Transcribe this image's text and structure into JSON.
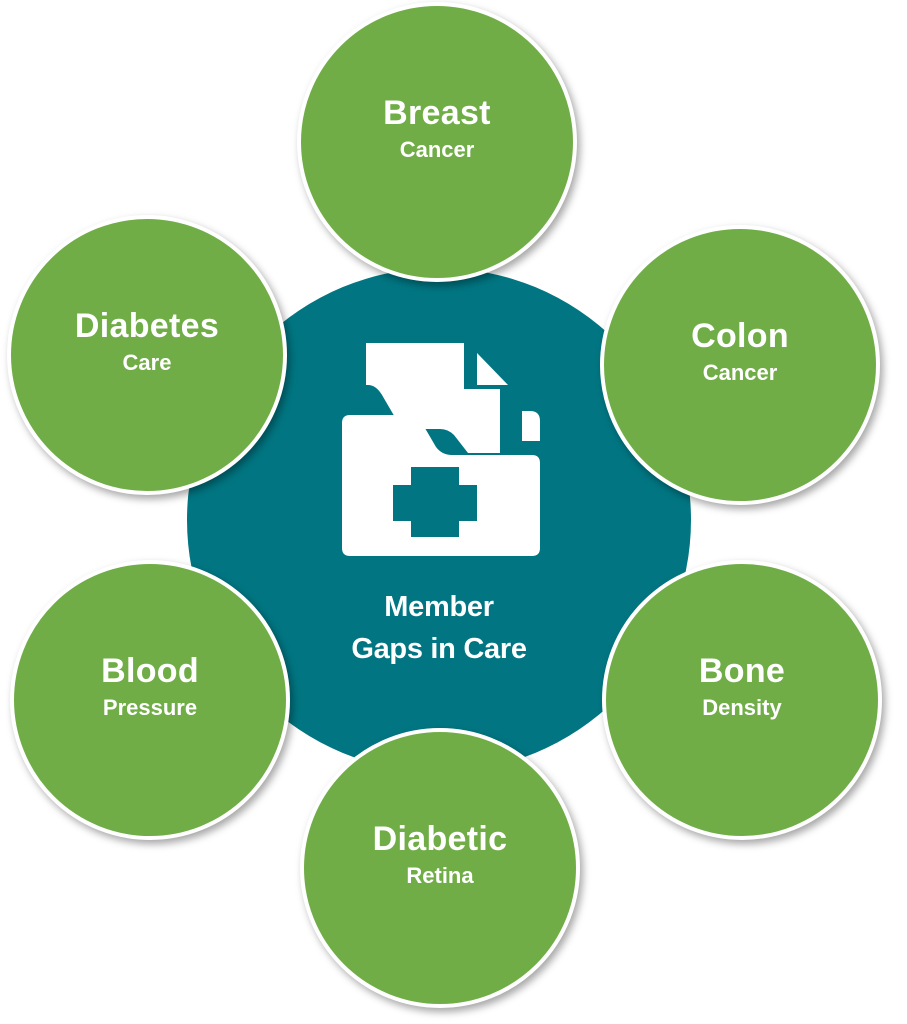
{
  "center": {
    "icon": "medical-folder-icon",
    "label_line1": "Member",
    "label_line2": "Gaps in Care",
    "color": "#017682"
  },
  "nodes": [
    {
      "title": "Breast",
      "subtitle": "Cancer"
    },
    {
      "title": "Colon",
      "subtitle": "Cancer"
    },
    {
      "title": "Bone",
      "subtitle": "Density"
    },
    {
      "title": "Diabetic",
      "subtitle": "Retina"
    },
    {
      "title": "Blood",
      "subtitle": "Pressure"
    },
    {
      "title": "Diabetes",
      "subtitle": "Care"
    }
  ],
  "colors": {
    "node_fill": "#70ad47",
    "node_border": "#ffffff",
    "text": "#ffffff",
    "background": "#ffffff"
  }
}
